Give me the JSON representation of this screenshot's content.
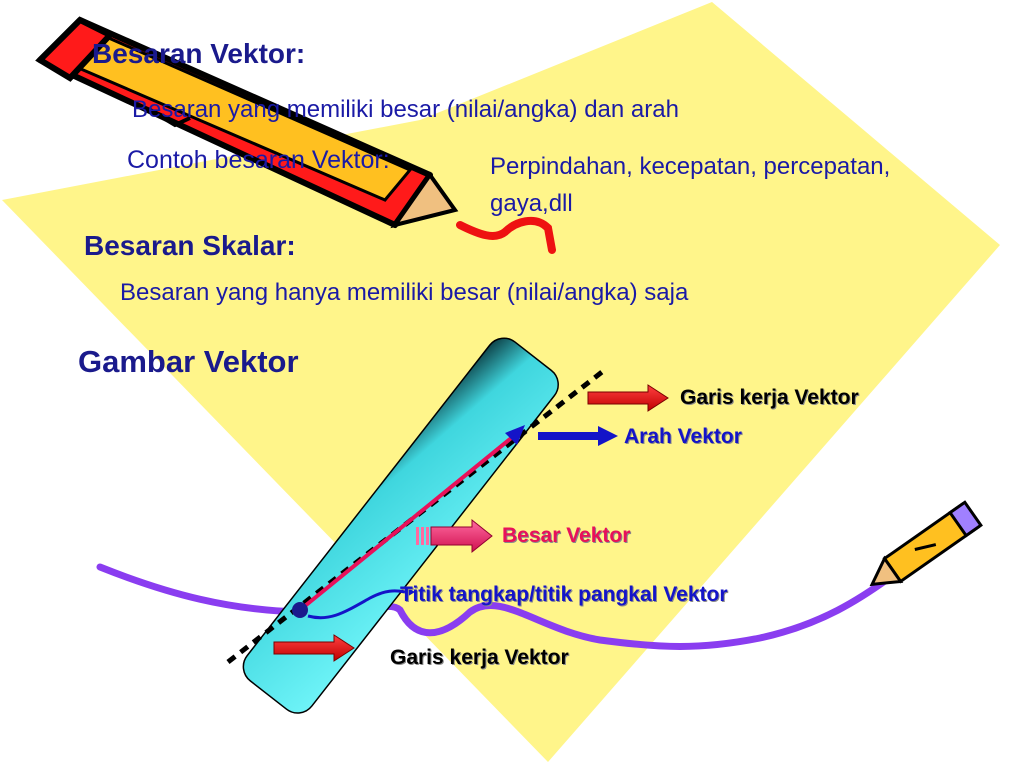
{
  "slide": {
    "vector_heading": "Besaran Vektor:",
    "vector_definition": "Besaran yang memiliki besar (nilai/angka) dan arah",
    "vector_example_label": "Contoh besaran Vektor:",
    "vector_examples_line1": "Perpindahan, kecepatan, percepatan,",
    "vector_examples_line2": "gaya,dll",
    "scalar_heading": "Besaran Skalar:",
    "scalar_definition": "Besaran yang hanya memiliki besar (nilai/angka) saja",
    "figure_heading": "Gambar Vektor"
  },
  "diagram": {
    "label_line_of_action_top": "Garis kerja Vektor",
    "label_direction": "Arah Vektor",
    "label_magnitude": "Besar Vektor",
    "label_origin": "Titik tangkap/titik pangkal Vektor",
    "label_line_of_action_bottom": "Garis kerja Vektor"
  },
  "colors": {
    "background_shape": "#fff58a",
    "heading_text": "#1a1a8c",
    "ruler": "#3de0e8",
    "vector_arrow": "#e8105a",
    "direction_arrow": "#1414c8",
    "curve": "#8040ff"
  }
}
